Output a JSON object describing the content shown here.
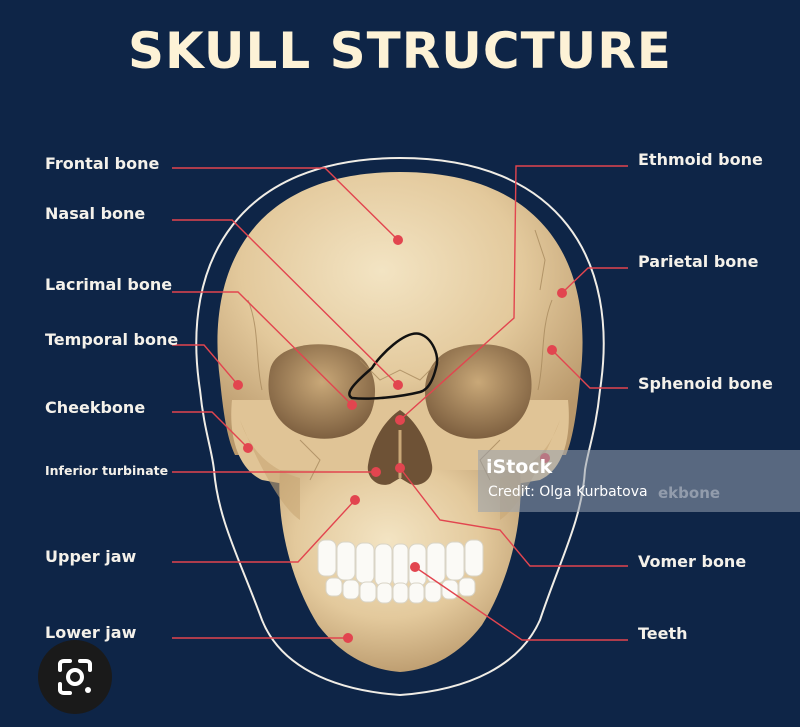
{
  "title": "SKULL STRUCTURE",
  "labels": {
    "frontal": "Frontal bone",
    "nasal": "Nasal bone",
    "lacrimal": "Lacrimal bone",
    "temporal": "Temporal bone",
    "cheekbone": "Cheekbone",
    "inferior_turbinate": "Inferior turbinate",
    "upper_jaw": "Upper jaw",
    "lower_jaw": "Lower jaw",
    "ethmoid": "Ethmoid bone",
    "parietal": "Parietal bone",
    "sphenoid": "Sphenoid bone",
    "vomer": "Vomer bone",
    "teeth": "Teeth"
  },
  "watermark": {
    "brand": "iStock",
    "credit": "Credit: Olga Kurbatova",
    "ghost_text": "ekbone"
  },
  "colors": {
    "background": "#0e2547",
    "bone": "#e8d3ac",
    "pointer": "#e2454f",
    "title": "#fdf2d6"
  },
  "icons": {
    "lens_button": "google-lens-icon"
  }
}
